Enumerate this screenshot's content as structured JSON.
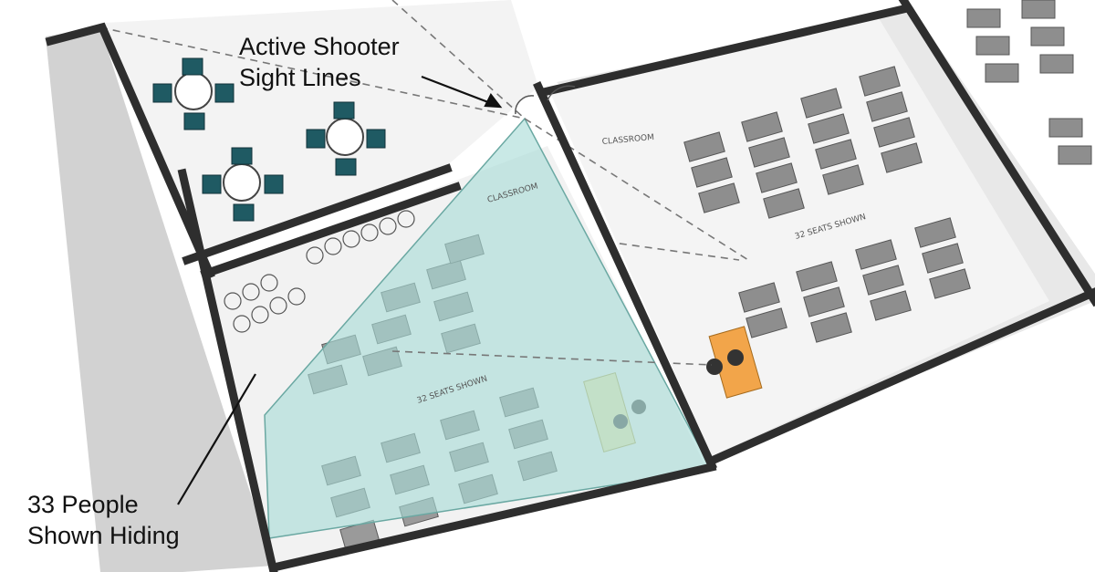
{
  "callouts": {
    "sight_lines": {
      "line1": "Active Shooter",
      "line2": "Sight Lines"
    },
    "hiding": {
      "line1": "33 People",
      "line2": "Shown Hiding"
    }
  },
  "rooms": {
    "classroom_left": {
      "label": "CLASSROOM",
      "seat_note": "32 SEATS SHOWN"
    },
    "classroom_right": {
      "label": "CLASSROOM",
      "seat_note": "32 SEATS SHOWN"
    }
  },
  "colors": {
    "sight_zone": "#a8dcd6",
    "wall": "#2e2e2e",
    "desk": "#8a8a8a",
    "chair": "#1f5a63",
    "lectern_left": "#efe7b0",
    "lectern_right": "#f2a54a"
  }
}
